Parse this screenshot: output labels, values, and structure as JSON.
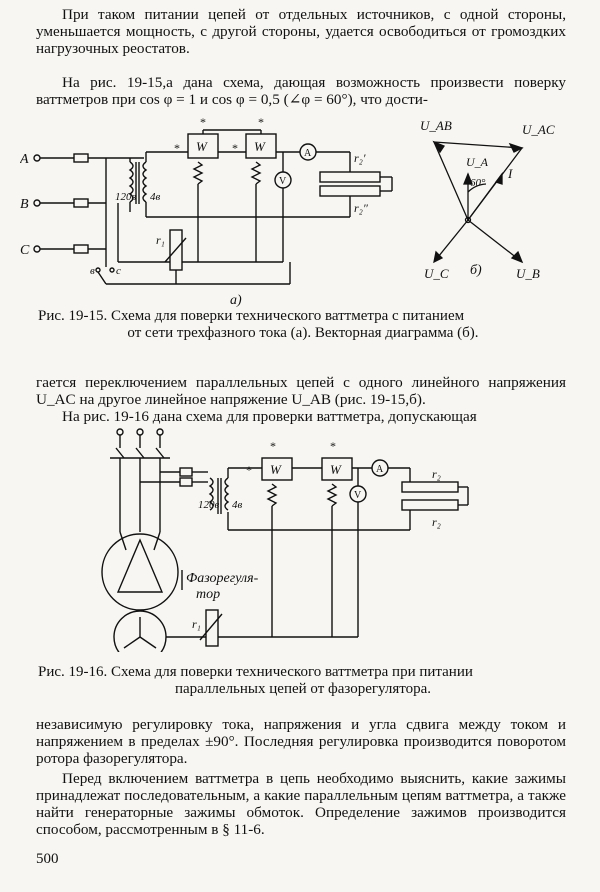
{
  "page_number": "500",
  "paragraphs": [
    "При таком питании цепей от отдельных источников, с одной стороны, уменьшается мощность, с другой стороны, удается освободиться от громоздких нагрузочных реостатов.",
    "На рис. 19-15,а дана схема, дающая возможность произвести поверку ваттметров при cos φ = 1 и cos φ = 0,5 (∠φ = 60°), что дости-",
    "гается переключением параллельных цепей с одного линейного напряжения U_AC на другое линейное напряжение U_AB (рис. 19-15,б).",
    "На рис. 19-16 дана схема для проверки ваттметра, допускающая",
    "независимую регулировку тока, напряжения и угла сдвига между током и напряжением в пределах ±90°. Последняя регулировка производится поворотом ротора фазорегулятора.",
    "Перед включением ваттметра в цепь необходимо выяснить, какие зажимы принадлежат последовательным, а какие параллельным цепям ваттметра, а также найти генераторные зажимы обмоток. Определение зажимов производится способом, рассмотренным в § 11-6."
  ],
  "fig15": {
    "labels": {
      "phase_a": "A",
      "phase_b": "B",
      "phase_c": "C",
      "v120": "120в",
      "v4": "4в",
      "r1": "r₁",
      "w1": "W",
      "w2": "W",
      "ammeter": "A",
      "voltmeter": "V",
      "r2a": "r₂′",
      "r2b": "r₂″",
      "sw_b": "в",
      "sw_c": "с",
      "star1": "*",
      "star2": "*",
      "star3": "*",
      "star4": "*",
      "sub_a": "а)"
    },
    "vector": {
      "u_ab": "U_AB",
      "u_ac": "U_AC",
      "u_a": "U_A",
      "angle": "60°",
      "current": "I",
      "u_c": "U_C",
      "u_b": "U_B",
      "sub_b": "б)"
    },
    "caption_line1": "Рис. 19-15. Схема для поверки технического ваттметра с питанием",
    "caption_line2": "от сети трехфазного тока (а). Векторная диаграмма (б)."
  },
  "fig16": {
    "labels": {
      "v120": "120в",
      "v4": "4в",
      "w1": "W",
      "w2": "W",
      "ammeter": "A",
      "voltmeter": "V",
      "r2a": "r₂",
      "r2b": "r₂",
      "r1": "r₁",
      "phase_regulator_1": "Фазорегуля-",
      "phase_regulator_2": "тор",
      "star1": "*",
      "star2": "*",
      "star3": "*"
    },
    "caption_line1": "Рис. 19-16. Схема для поверки технического ваттметра при питании",
    "caption_line2": "параллельных цепей от фазорегулятора."
  },
  "colors": {
    "paper": "#f7f6f2",
    "ink": "#111111"
  }
}
